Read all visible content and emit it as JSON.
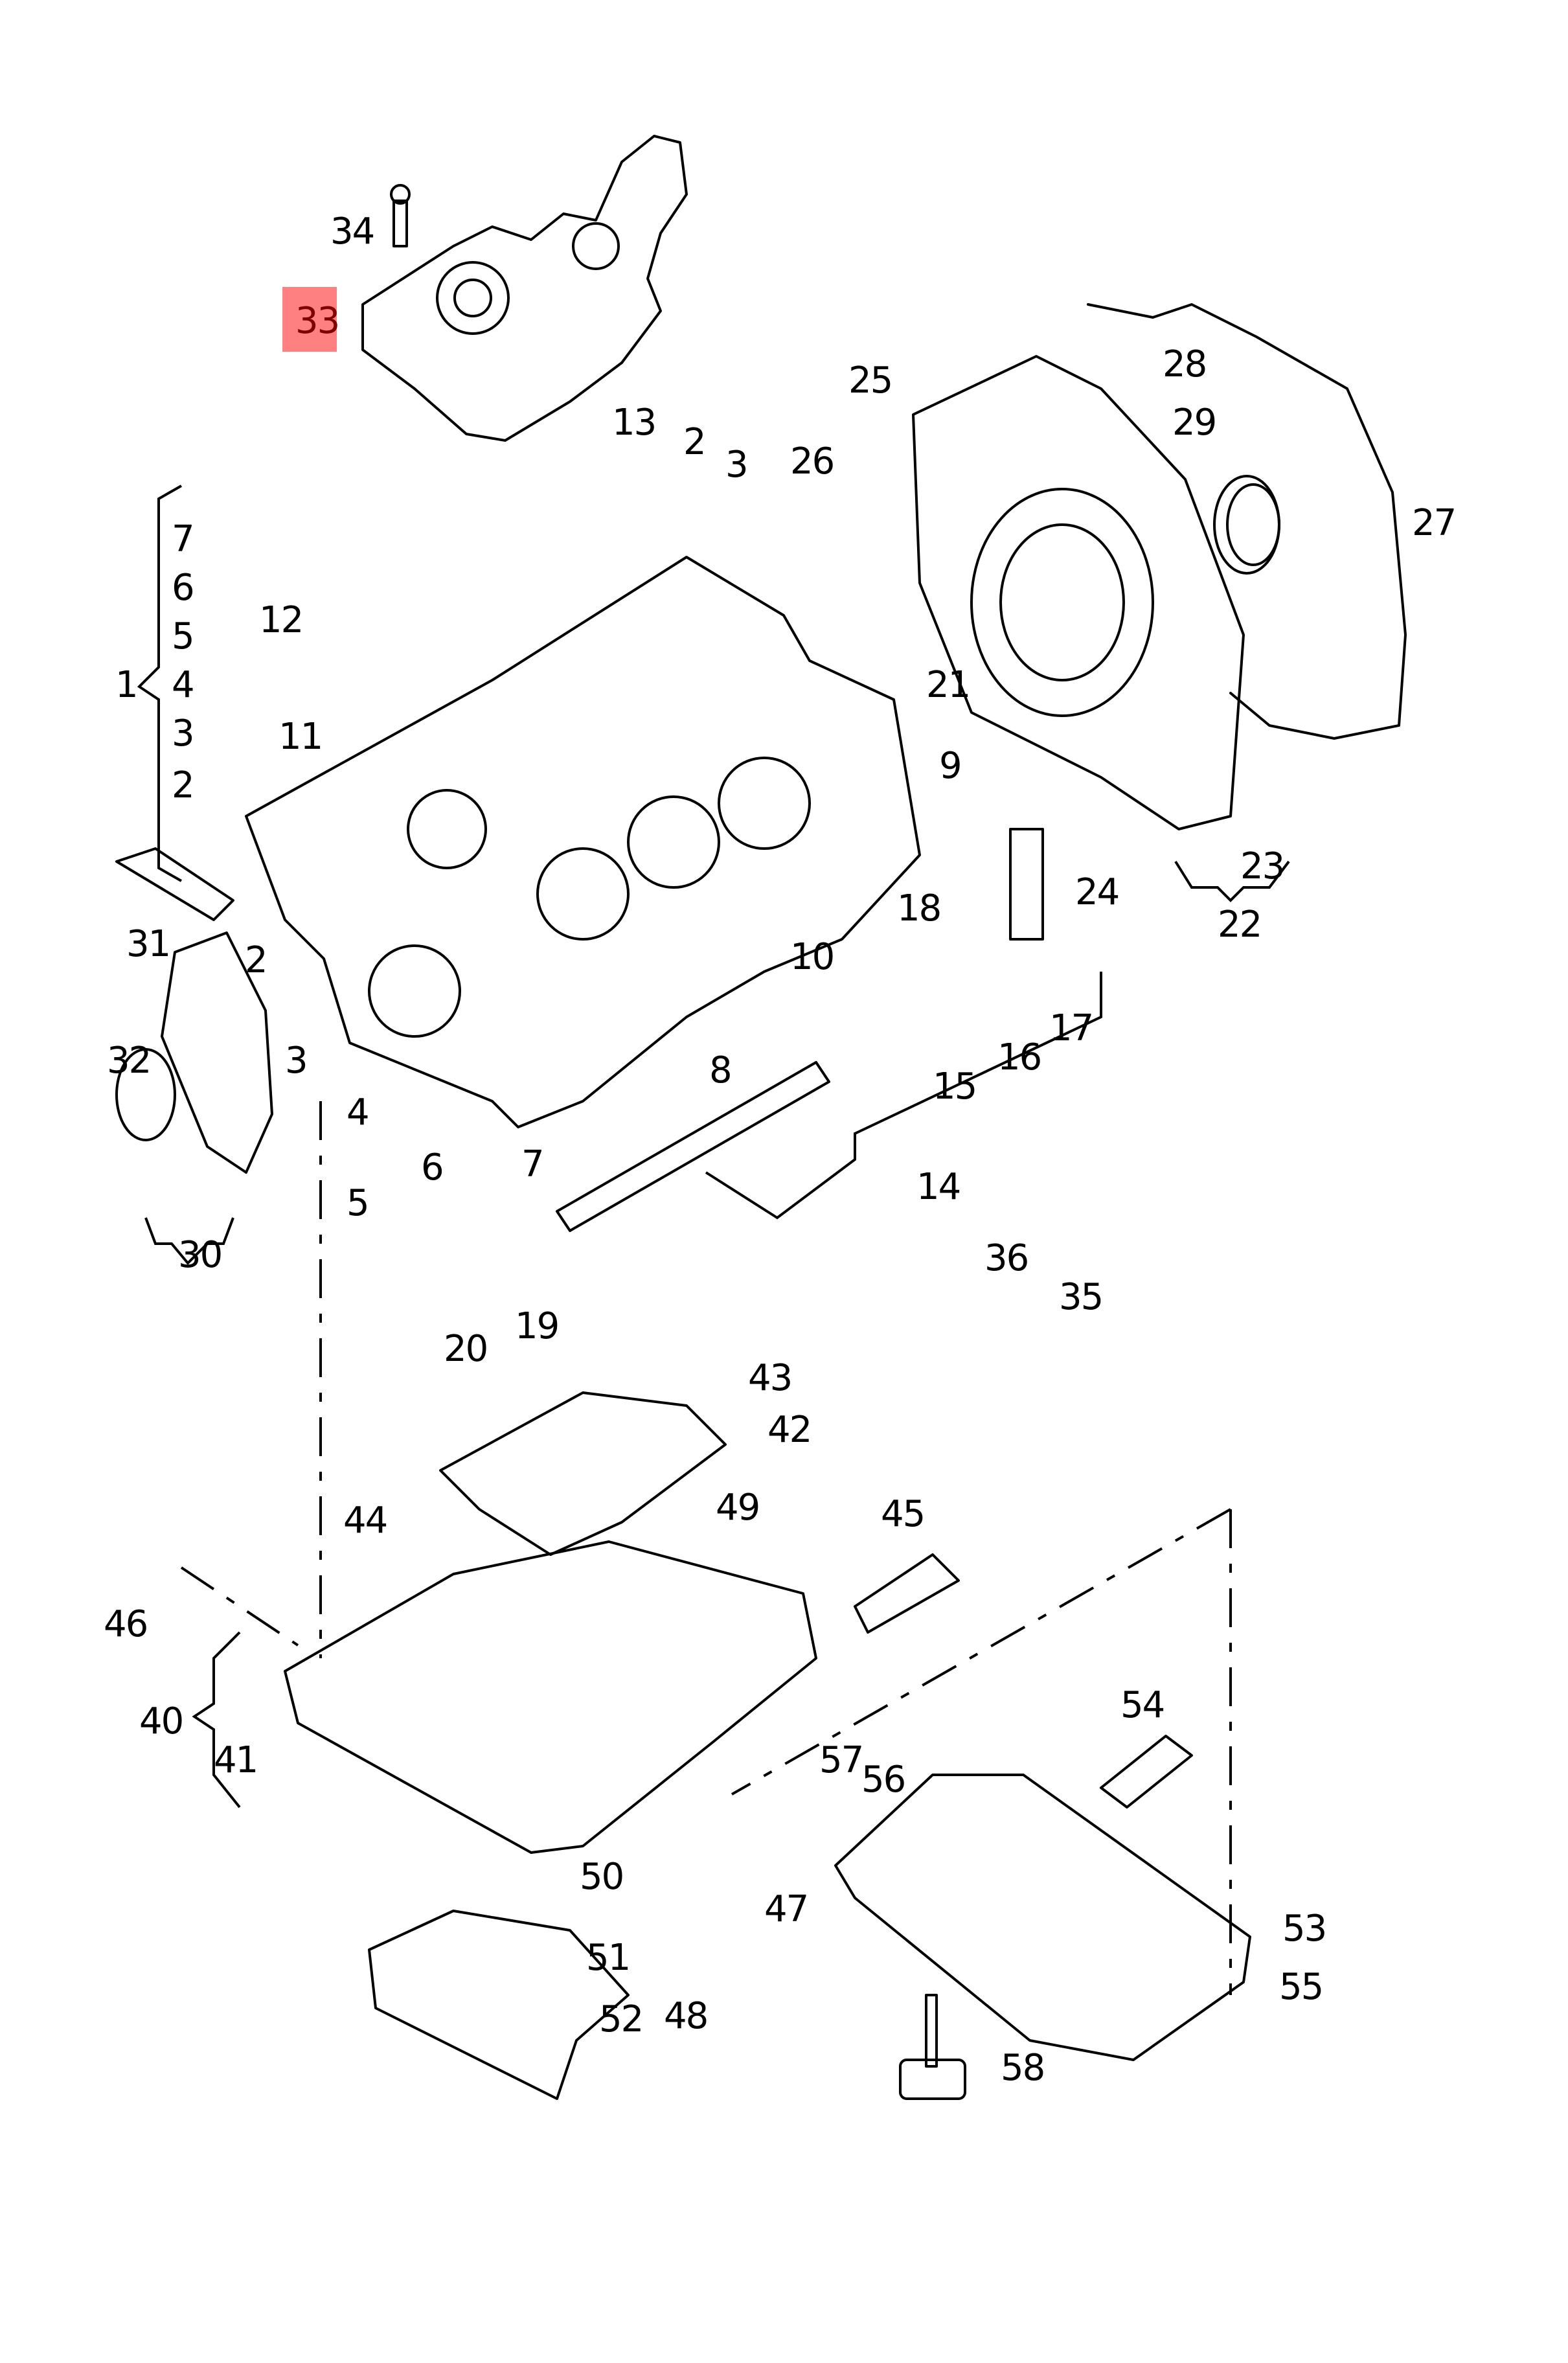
{
  "diagram": {
    "title": "Engine block, crankcase & oil pan exploded parts diagram",
    "highlight_color": "#ff8080",
    "highlight_text_color": "#800000",
    "highlighted_part": "33",
    "callouts": {
      "c1": "1",
      "c1_2": "2",
      "c1_3": "3",
      "c1_4": "4",
      "c1_5": "5",
      "c1_6": "6",
      "c1_7": "7",
      "c2a": "2",
      "c3a": "3",
      "c2b": "2",
      "c3b": "3",
      "c4": "4",
      "c5": "5",
      "c6": "6",
      "c7": "7",
      "c8": "8",
      "c9": "9",
      "c10": "10",
      "c11": "11",
      "c12": "12",
      "c13": "13",
      "c14": "14",
      "c15": "15",
      "c16": "16",
      "c17": "17",
      "c18": "18",
      "c19": "19",
      "c20": "20",
      "c21": "21",
      "c22": "22",
      "c23": "23",
      "c24": "24",
      "c25": "25",
      "c26": "26",
      "c27": "27",
      "c28": "28",
      "c29": "29",
      "c30": "30",
      "c31": "31",
      "c32": "32",
      "c33": "33",
      "c34": "34",
      "c35": "35",
      "c36": "36",
      "c40": "40",
      "c41": "41",
      "c42": "42",
      "c43": "43",
      "c44": "44",
      "c45": "45",
      "c46": "46",
      "c47": "47",
      "c48": "48",
      "c49": "49",
      "c50": "50",
      "c51": "51",
      "c52": "52",
      "c53": "53",
      "c54": "54",
      "c55": "55",
      "c56": "56",
      "c57": "57",
      "c58": "58"
    }
  }
}
